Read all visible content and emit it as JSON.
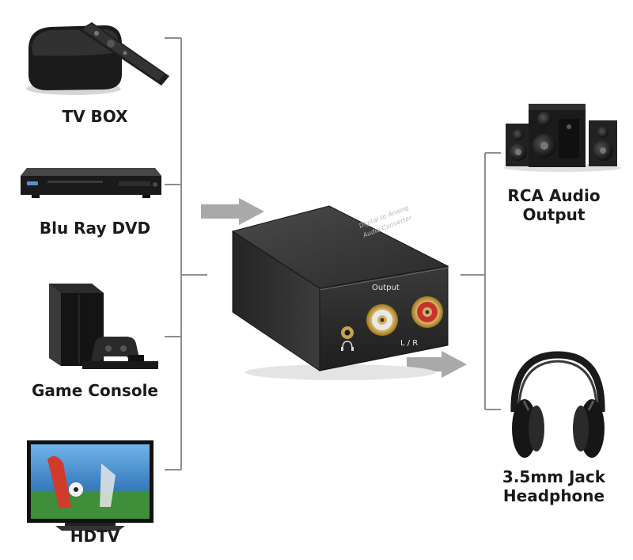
{
  "inputs": {
    "tv_box": "TV BOX",
    "bluray": "Blu Ray DVD",
    "console": "Game Console",
    "hdtv": "HDTV"
  },
  "converter": {
    "top_line1": "Digital to Analog",
    "top_line2": "Audio Converter",
    "output_label": "Output",
    "lr_label": "L / R"
  },
  "outputs": {
    "rca_line1": "RCA Audio",
    "rca_line2": "Output",
    "jack_line1": "3.5mm Jack",
    "jack_line2": "Headphone"
  },
  "colors": {
    "arrow": "#a9a9a9",
    "bracket": "#8e8e8e",
    "device_dark": "#1d1d1d",
    "gold": "#c9a24a",
    "rca_red": "#c8322c"
  }
}
